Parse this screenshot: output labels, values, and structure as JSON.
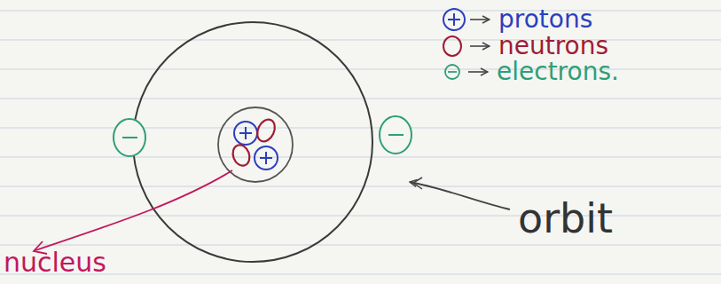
{
  "diagram": {
    "labels": [
      "orbit",
      "nucleus"
    ],
    "legend": [
      {
        "text": "protons"
      },
      {
        "text": "neutrons"
      },
      {
        "text": "electrons."
      }
    ]
  }
}
